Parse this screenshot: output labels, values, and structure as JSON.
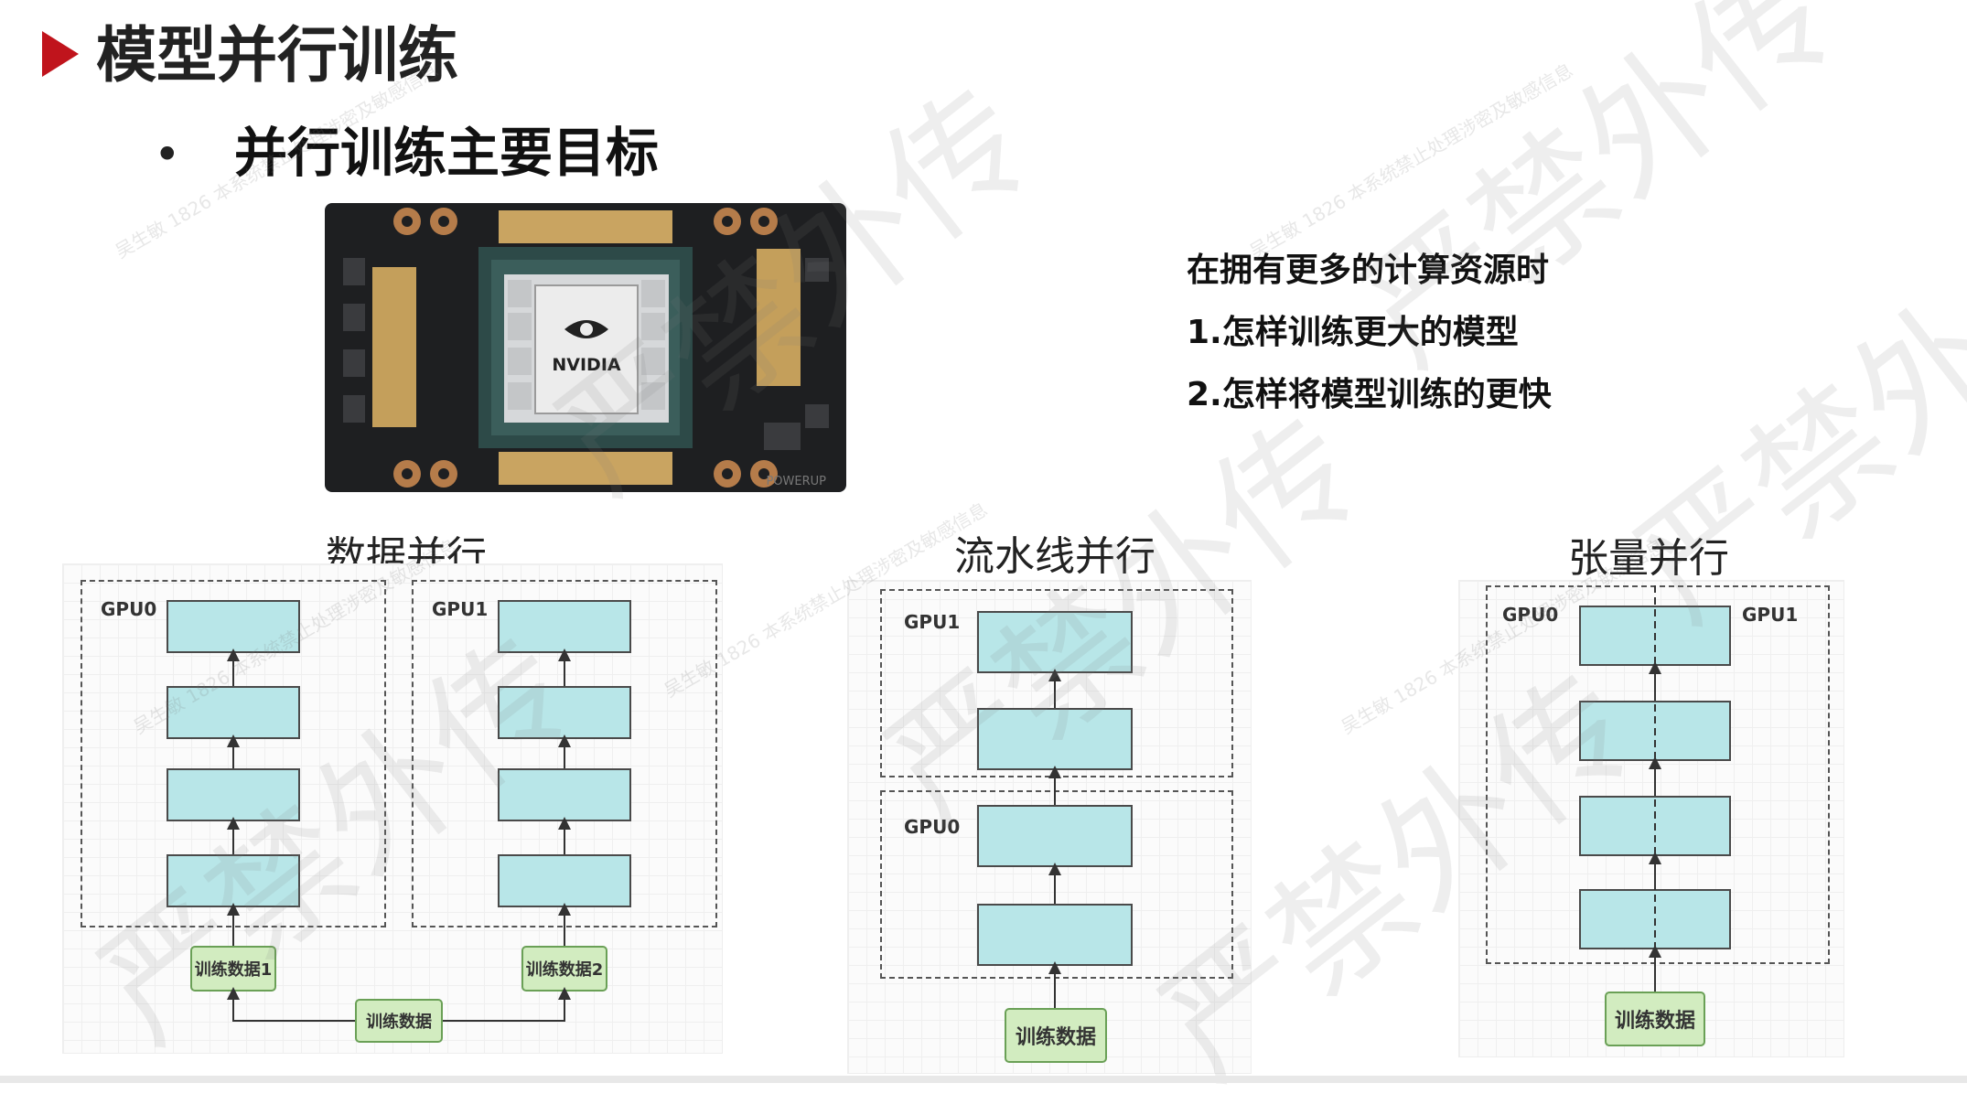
{
  "slide": {
    "title": "模型并行训练",
    "subtitle_bullet": "•",
    "subtitle": "并行训练主要目标"
  },
  "goals": {
    "line1": "在拥有更多的计算资源时",
    "line2": "1.怎样训练更大的模型",
    "line3": "2.怎样将模型训练的更快"
  },
  "gpu_photo": {
    "brand": "NVIDIA",
    "corner_text": "POWERUP"
  },
  "data_parallel": {
    "title": "数据并行",
    "gpu_left": "GPU0",
    "gpu_right": "GPU1",
    "input_left": "训练数据1",
    "input_right": "训练数据2",
    "input_main": "训练数据"
  },
  "pipeline_parallel": {
    "title": "流水线并行",
    "gpu_top": "GPU1",
    "gpu_bottom": "GPU0",
    "input": "训练数据"
  },
  "tensor_parallel": {
    "title": "张量并行",
    "gpu_left": "GPU0",
    "gpu_right": "GPU1",
    "input": "训练数据"
  },
  "watermark": {
    "large": "严禁外传",
    "small": "吴生敏 1826 本系统禁止处理涉密及敏感信息"
  },
  "colors": {
    "accent": "#c0141c",
    "layer_fill": "#b8e6e8",
    "data_fill": "#d2ecc0"
  }
}
